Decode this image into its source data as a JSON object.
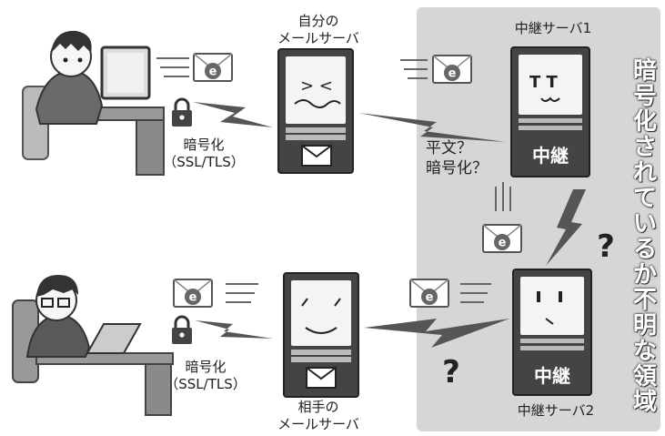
{
  "my_server_label": [
    "自分の",
    "メールサーバ"
  ],
  "partner_server_label": [
    "相手の",
    "メールサーバ"
  ],
  "relay1_label": "中継サーバ1",
  "relay2_label": "中継サーバ2",
  "relay_badge": "中継",
  "encrypt_top": [
    "暗号化",
    "（SSL/TLS）"
  ],
  "encrypt_bottom": [
    "暗号化",
    "（SSL/TLS）"
  ],
  "plain_or_encrypted": [
    "平文？",
    "暗号化？"
  ],
  "question_mark": "?",
  "unknown_zone": "暗号化されているか不明な領域",
  "envelope_glyph": "e",
  "colors": {
    "zone": "#d6d6d6",
    "server": "#444444",
    "bolt": "#555555"
  }
}
